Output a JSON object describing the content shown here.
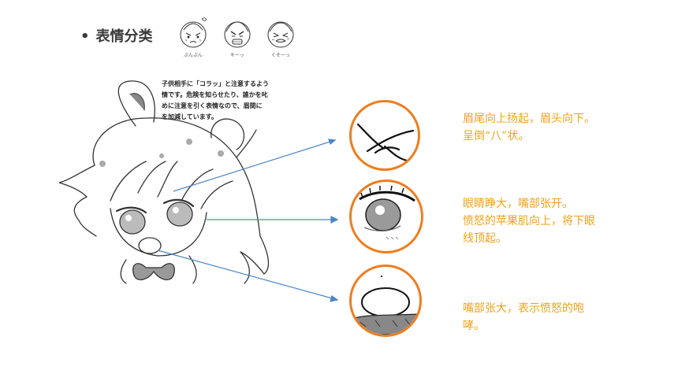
{
  "heading": {
    "bullet": "•",
    "title": "表情分类"
  },
  "faces": [
    {
      "caption": "ぷんぷん",
      "icon": "angry-face-puff-icon"
    },
    {
      "caption": "キーッ",
      "icon": "angry-face-shout-icon"
    },
    {
      "caption": "くそーっ",
      "icon": "angry-face-frustrated-icon"
    }
  ],
  "reference_text": "子供相手に「コラッ」と注意するよう\n情です。危険を知らせたり、誰かを叱\nめに注意を引く表情なので、眉間に\nを加減しています。",
  "callouts": [
    {
      "id": "eyebrow",
      "text": "眉尾向上扬起，眉头向下。\n呈倒“八”状。"
    },
    {
      "id": "eye",
      "text": "眼睛睁大，嘴部张开。\n愤怒的苹果肌向上，将下眼\n线顶起。"
    },
    {
      "id": "mouth",
      "text": "嘴部张大，表示愤怒的咆\n哮。"
    }
  ],
  "colors": {
    "accent_circle": "#ee7d1f",
    "note_text": "#f0a21a",
    "arrow": "#4a86c8",
    "heading": "#3a3a3a"
  }
}
